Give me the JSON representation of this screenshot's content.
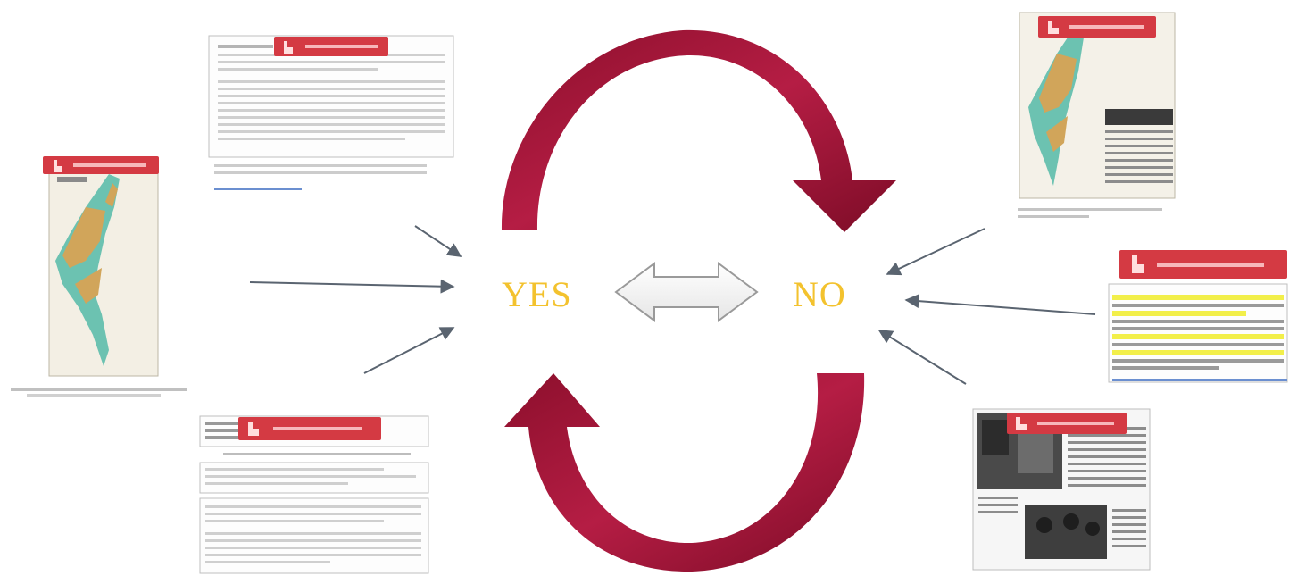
{
  "labels": {
    "yes": "YES",
    "no": "NO"
  },
  "colors": {
    "yes_no_text": "#f3c22e",
    "cycle_arrow": "#a8173b",
    "pointer_arrows": "#5a6470",
    "tap_badge": "#d43a43"
  },
  "icons": {
    "tap_badge": "pointing-hand-icon",
    "center": "double-headed-arrow-icon"
  },
  "cards": {
    "yes_side": [
      "map-thumbnail",
      "document-thumbnail-top",
      "document-thumbnail-bottom"
    ],
    "no_side": [
      "map-and-newspaper-thumbnail",
      "highlighted-text-thumbnail",
      "photo-newspaper-thumbnail"
    ]
  }
}
